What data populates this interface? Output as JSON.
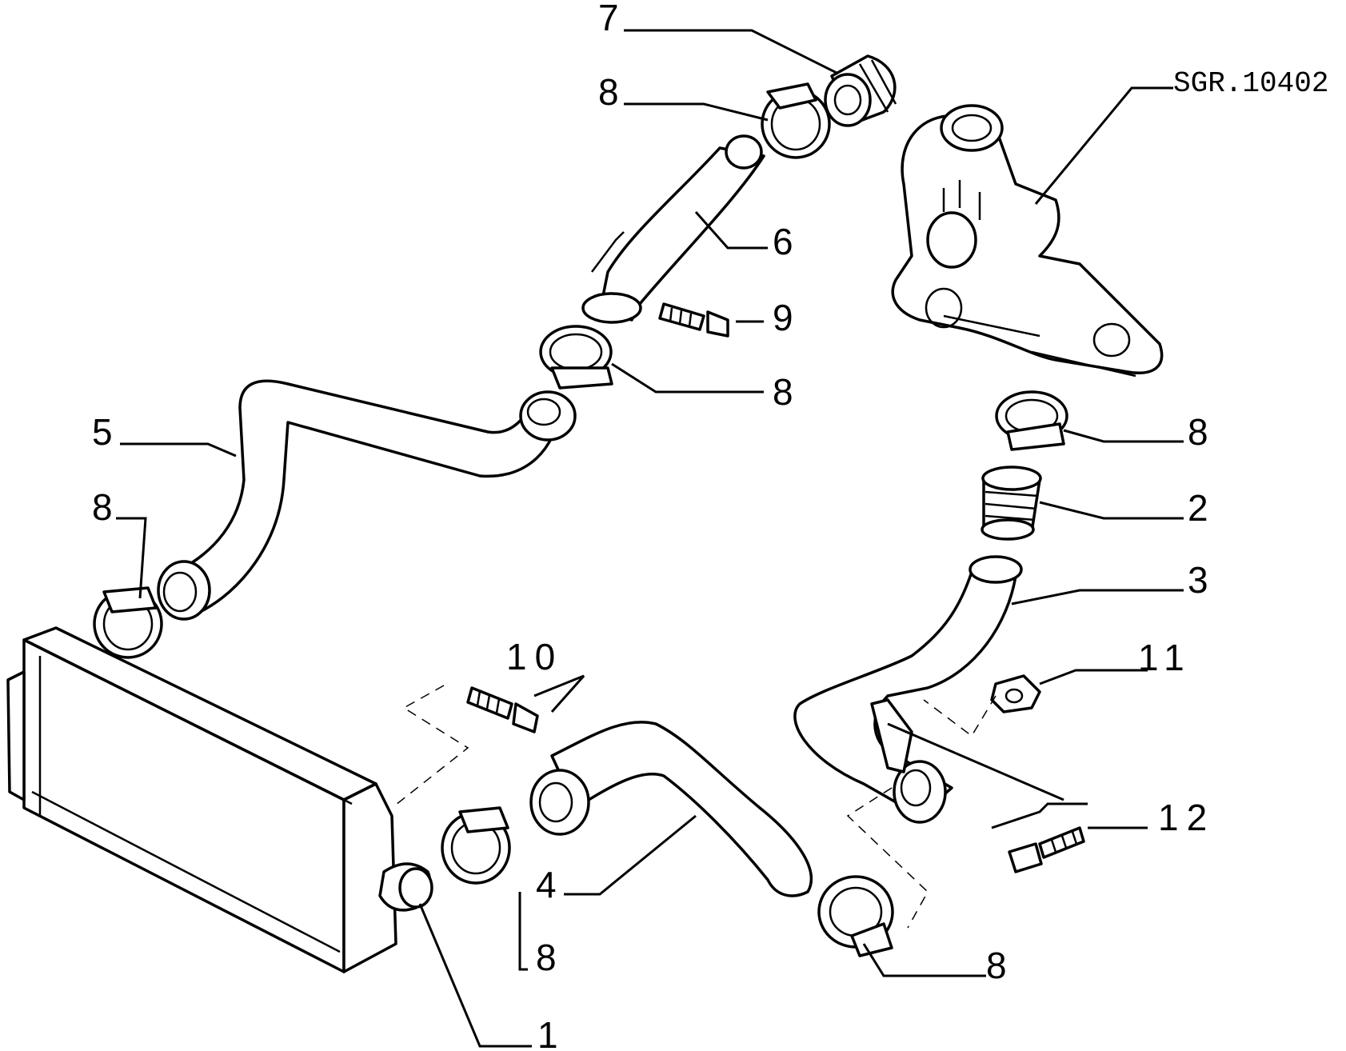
{
  "reference_code": "SGR.10402",
  "callouts": {
    "c1": "1",
    "c2": "2",
    "c3": "3",
    "c4": "4",
    "c5": "5",
    "c6": "6",
    "c7": "7",
    "c8": "8",
    "c9": "9",
    "c10": "10",
    "c11": "11",
    "c12": "12"
  }
}
